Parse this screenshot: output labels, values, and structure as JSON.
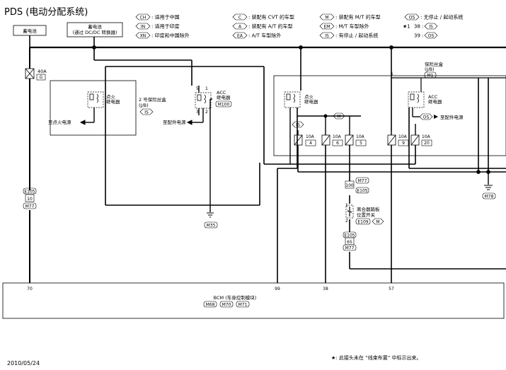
{
  "title": "PDS (电动分配系统)",
  "legend": [
    {
      "code": "CH",
      "text": ": 适用于中国"
    },
    {
      "code": "IN",
      "text": ": 适用于印度"
    },
    {
      "code": "XN",
      "text": ": 印度和中国除外"
    },
    {
      "code": "C",
      "text": ": 装配有 CVT 的车型"
    },
    {
      "code": "A",
      "text": ": 装配有 A/T 的车型"
    },
    {
      "code": "EA",
      "text": ": A/T 车型除外"
    },
    {
      "code": "M",
      "text": ": 装配有 M/T 的车型"
    },
    {
      "code": "EM",
      "text": ": M/T 车型除外"
    },
    {
      "code": "IS",
      "text": ": 有停止 / 起动系统"
    },
    {
      "code": "OS",
      "text": ": 无停止 / 起动系统"
    }
  ],
  "legend_extra": {
    "star": "★1",
    "row1_num": "38",
    "row1_code": "IS",
    "row2_num": "39",
    "row2_code": "OS"
  },
  "labels": {
    "battery1": "蓄电池",
    "battery2_line1": "蓄电池",
    "battery2_line2": "(通过 DC/DC 转换器)",
    "fuse_40a": "40A",
    "fuse_40a_code": "G",
    "relay_ign_left_1": "点火",
    "relay_ign_left_2": "继电器",
    "to_ign_power": "至点火电源",
    "fuse_box2_line1": "2 号保险丝盒",
    "fuse_box2_line2": "(J/B)",
    "fuse_box2_code": "IS",
    "acc_relay_1": "ACC",
    "acc_relay_2": "继电器",
    "acc_relay_code": "M100",
    "to_acc_power_left": "至配件电源",
    "fuse_box_line1": "保险丝盒",
    "fuse_box_line2": "(J/B)",
    "fuse_box_code": "M1",
    "relay_ign_right_1": "点火",
    "relay_ign_right_2": "继电器",
    "acc_relay_right_1": "ACC",
    "acc_relay_right_2": "继电器",
    "os_tag": "OS",
    "to_acc_power_right": "至配件电源",
    "m_tag": "M",
    "is_tag": "IS",
    "clutch_1": "离合器踏板",
    "clutch_2": "位置开关",
    "clutch_code": "E109",
    "clutch_m": "M",
    "bcm_name": "BCM (车身控制模块)",
    "bcm_codes": [
      "M68",
      "M70",
      "M71"
    ],
    "ground_m35": "M35",
    "ground_m78": "M78",
    "conn_e105_left": "E105",
    "conn_m77_left": "M77",
    "pin_10": "10",
    "pin_100": "100",
    "conn_m77_upper": "M77",
    "conn_e105_upper": "E105",
    "conn_e105_lower": "E105",
    "conn_m77_lower": "M77",
    "pin_65": "65",
    "pin_1": "1",
    "pin_2": "2",
    "pin_num_5": "5",
    "pin_num_3": "3",
    "pin_num_1": "1",
    "pin_num_2": "2",
    "box_pin_1": "1"
  },
  "fuses": [
    {
      "amp": "10A",
      "num": "4"
    },
    {
      "amp": "10A",
      "num": "6"
    },
    {
      "amp": "10A",
      "num": "5"
    },
    {
      "amp": "10A",
      "num": "9"
    },
    {
      "amp": "10A",
      "num": "20"
    }
  ],
  "bcm_pins": [
    "70",
    "99",
    "38",
    "57"
  ],
  "footer": {
    "date": "2010/05/24",
    "note": "★: 此接头未在 “线束布置” 中标示出来。"
  }
}
